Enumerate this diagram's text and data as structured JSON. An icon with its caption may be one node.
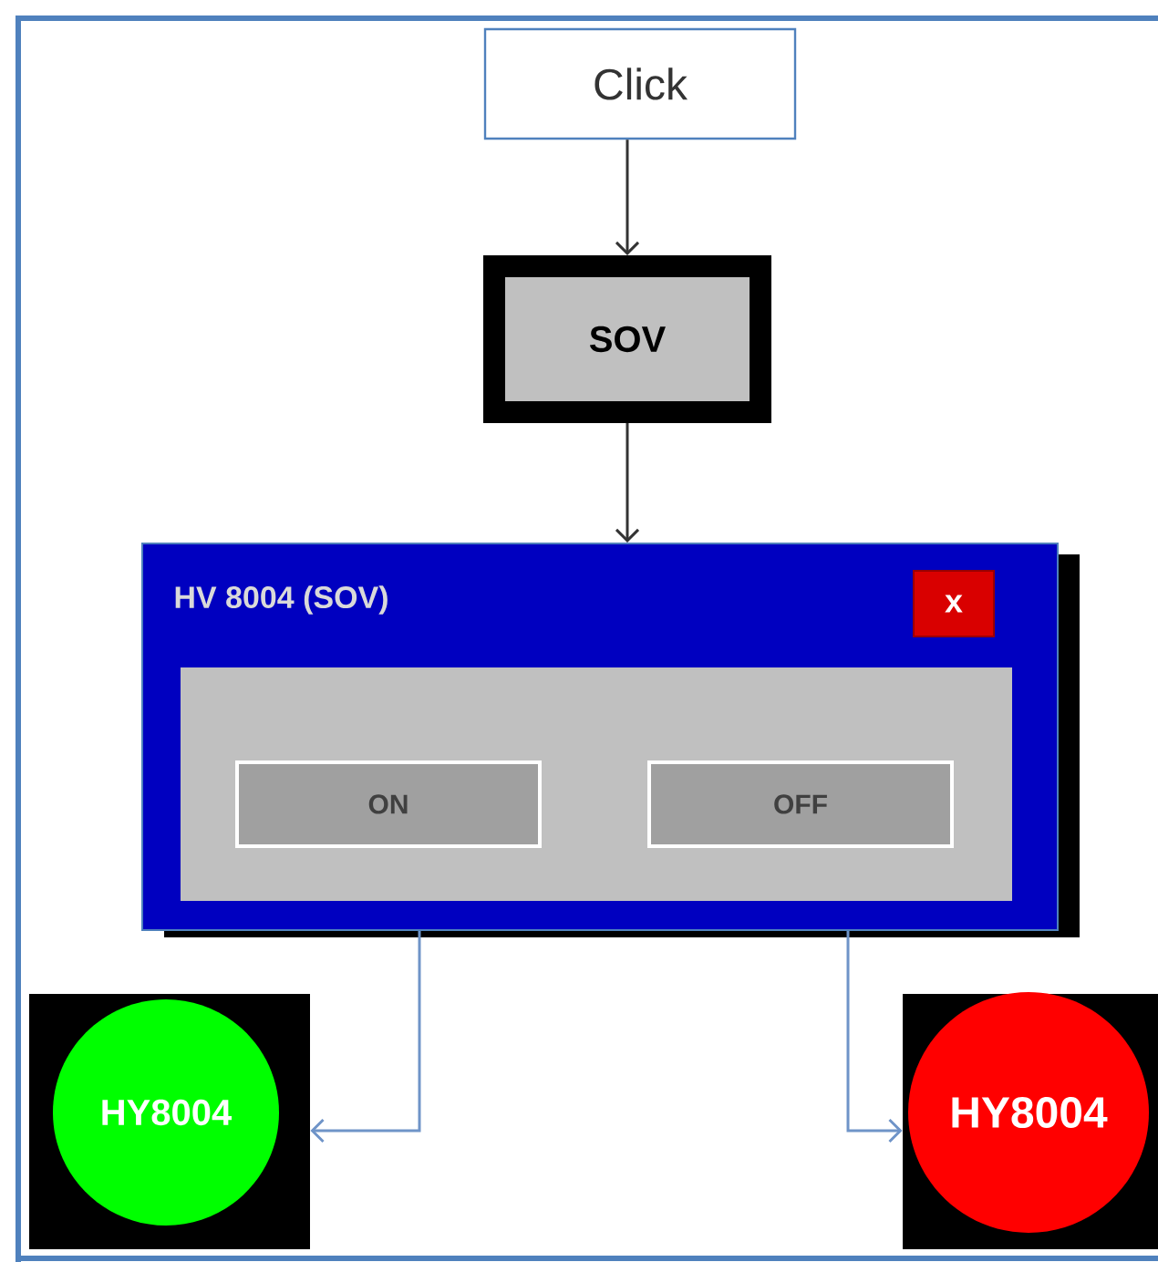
{
  "diagram": {
    "nodes": [
      {
        "text": [
          "Click"
        ]
      },
      {
        "text": [
          "SOV"
        ]
      },
      {
        "text": [
          "HV 8004 (SOV)"
        ]
      },
      {
        "text": [
          "x"
        ],
        "in": 2
      },
      {
        "text": [
          "ON"
        ],
        "in": 2
      },
      {
        "text": [
          "OFF"
        ],
        "in": 2
      },
      {
        "text": [
          "HY8004"
        ]
      },
      {
        "text": [
          "HY8004"
        ]
      }
    ],
    "edges": [
      {
        "from": 0,
        "to": 1,
        "arrow": "to"
      },
      {
        "from": 1,
        "to": 2,
        "arrow": "to"
      },
      {
        "from": 2,
        "to": 6,
        "arrow": "to",
        "color": "#6f94c8"
      },
      {
        "from": 2,
        "to": 7,
        "arrow": "to",
        "color": "#6f94c8"
      }
    ]
  }
}
